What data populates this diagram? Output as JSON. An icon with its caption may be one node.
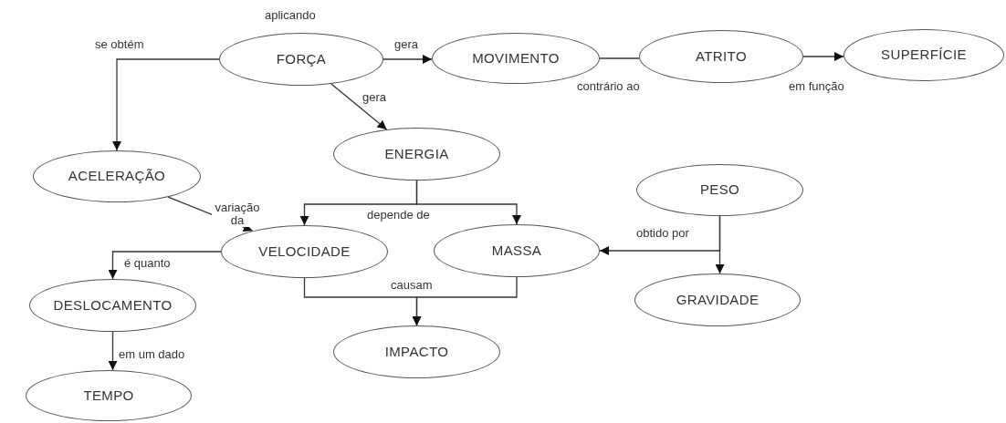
{
  "diagram": {
    "nodes": [
      {
        "text": [
          "FORÇA"
        ],
        "beside": [
          "aplicando"
        ]
      },
      {
        "text": [
          "MOVIMENTO"
        ]
      },
      {
        "text": [
          "ATRITO"
        ]
      },
      {
        "text": [
          "SUPERFÍCIE"
        ]
      },
      {
        "text": [
          "ACELERAÇÃO"
        ]
      },
      {
        "text": [
          "ENERGIA"
        ]
      },
      {
        "text": [
          "PESO"
        ]
      },
      {
        "text": [
          "VELOCIDADE"
        ]
      },
      {
        "text": [
          "MASSA"
        ]
      },
      {
        "text": [
          "GRAVIDADE"
        ]
      },
      {
        "text": [
          "DESLOCAMENTO"
        ]
      },
      {
        "text": [
          "IMPACTO"
        ]
      },
      {
        "text": [
          "TEMPO"
        ]
      }
    ],
    "edges": [
      {
        "from": 0,
        "to": 4,
        "arrow": "to",
        "label": "se obtém"
      },
      {
        "from": 0,
        "to": 1,
        "arrow": "to",
        "label": "gera"
      },
      {
        "from": 0,
        "to": 5,
        "arrow": "to",
        "label": "gera"
      },
      {
        "from": 1,
        "to": 2,
        "arrow": "none",
        "label": "contrário ao"
      },
      {
        "from": 2,
        "to": 3,
        "arrow": "to",
        "label": "em função"
      },
      {
        "from": 4,
        "to": 7,
        "arrow": "to",
        "label": "variação da"
      },
      {
        "from": 5,
        "to": 7,
        "arrow": "to",
        "label": "depende de"
      },
      {
        "from": 5,
        "to": 8,
        "arrow": "to"
      },
      {
        "from": 7,
        "to": 10,
        "arrow": "to",
        "label": "é quanto"
      },
      {
        "from": 10,
        "to": 12,
        "arrow": "to",
        "label": "em um dado"
      },
      {
        "from": 7,
        "to": 11,
        "arrow": "to",
        "label": "causam"
      },
      {
        "from": 8,
        "to": 11,
        "arrow": "to"
      },
      {
        "from": 6,
        "to": 8,
        "arrow": "to",
        "label": "obtido por"
      },
      {
        "from": 6,
        "to": 9,
        "arrow": "to"
      }
    ]
  }
}
